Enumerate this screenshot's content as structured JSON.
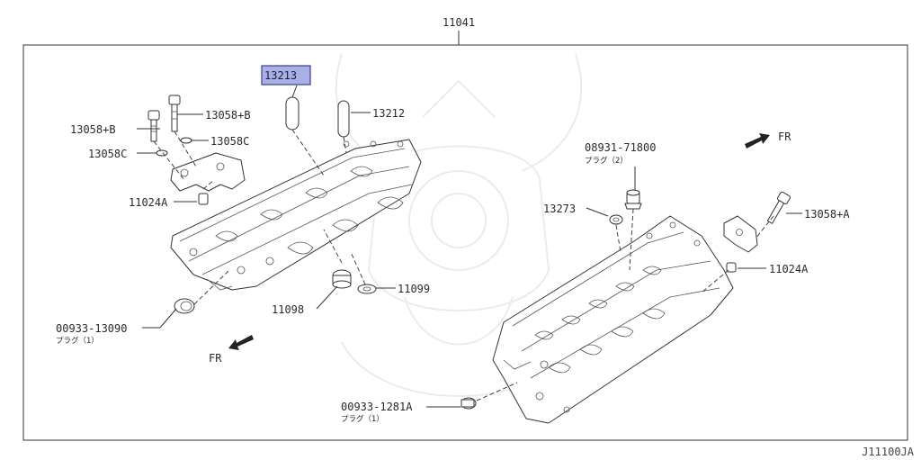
{
  "diagram": {
    "assembly_number": "11041",
    "reference_code": "J11100JA",
    "highlighted_part": "13213",
    "highlight_color": "#a9b0e6",
    "labels": {
      "p13213": "13213",
      "p13212": "13212",
      "p13058b_top": "13058+B",
      "p13058b_left": "13058+B",
      "p13058c_right": "13058C",
      "p13058c_left": "13058C",
      "p11024a_left": "11024A",
      "p11024a_right": "11024A",
      "p08931": "08931-71800",
      "p08931_sub": "プラグ（2）",
      "p13273": "13273",
      "p13058a": "13058+A",
      "p11099": "11099",
      "p11098": "11098",
      "p00933_13090": "00933-13090",
      "p00933_13090_sub": "プラグ（1）",
      "p00933_1281a": "00933-1281A",
      "p00933_1281a_sub": "プラグ（1）",
      "fr_left": "FR",
      "fr_right": "FR"
    }
  }
}
